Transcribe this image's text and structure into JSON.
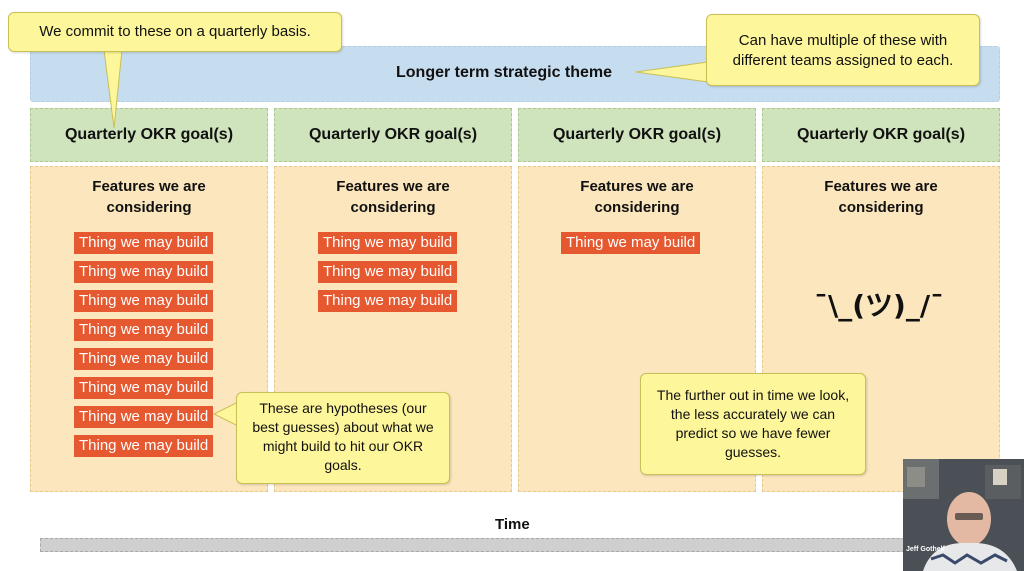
{
  "theme": {
    "label": "Longer term strategic theme"
  },
  "columns": [
    {
      "header": "Quarterly OKR goal(s)",
      "features_title": "Features we are considering",
      "things": [
        "Thing we may build",
        "Thing we may build",
        "Thing we may build",
        "Thing we may build",
        "Thing we may build",
        "Thing we may build",
        "Thing we may build",
        "Thing we may build"
      ]
    },
    {
      "header": "Quarterly OKR goal(s)",
      "features_title": "Features we are considering",
      "things": [
        "Thing we may build",
        "Thing we may build",
        "Thing we may build"
      ]
    },
    {
      "header": "Quarterly OKR goal(s)",
      "features_title": "Features we are considering",
      "things": [
        "Thing we may build"
      ]
    },
    {
      "header": "Quarterly OKR goal(s)",
      "features_title": "Features we are considering",
      "things": [],
      "shrug": "¯\\_(ツ)_/¯"
    }
  ],
  "callouts": {
    "quarterly": "We commit to these on a quarterly basis.",
    "multiple": "Can have multiple of these with different teams assigned to each.",
    "hypotheses": "These are hypotheses (our best guesses) about what we might build to hit our OKR goals.",
    "further": "The further out in time we look, the less accurately we can predict so we have fewer guesses."
  },
  "time_label": "Time",
  "webcam": {
    "name": "Jeff Gothelf"
  },
  "colors": {
    "theme_band": "#c6dcef",
    "okr_header": "#cfe3bd",
    "features_body": "#fbe6bd",
    "thing": "#e6582f",
    "callout": "#fdf69a",
    "time_bar": "#cfcfcf"
  }
}
